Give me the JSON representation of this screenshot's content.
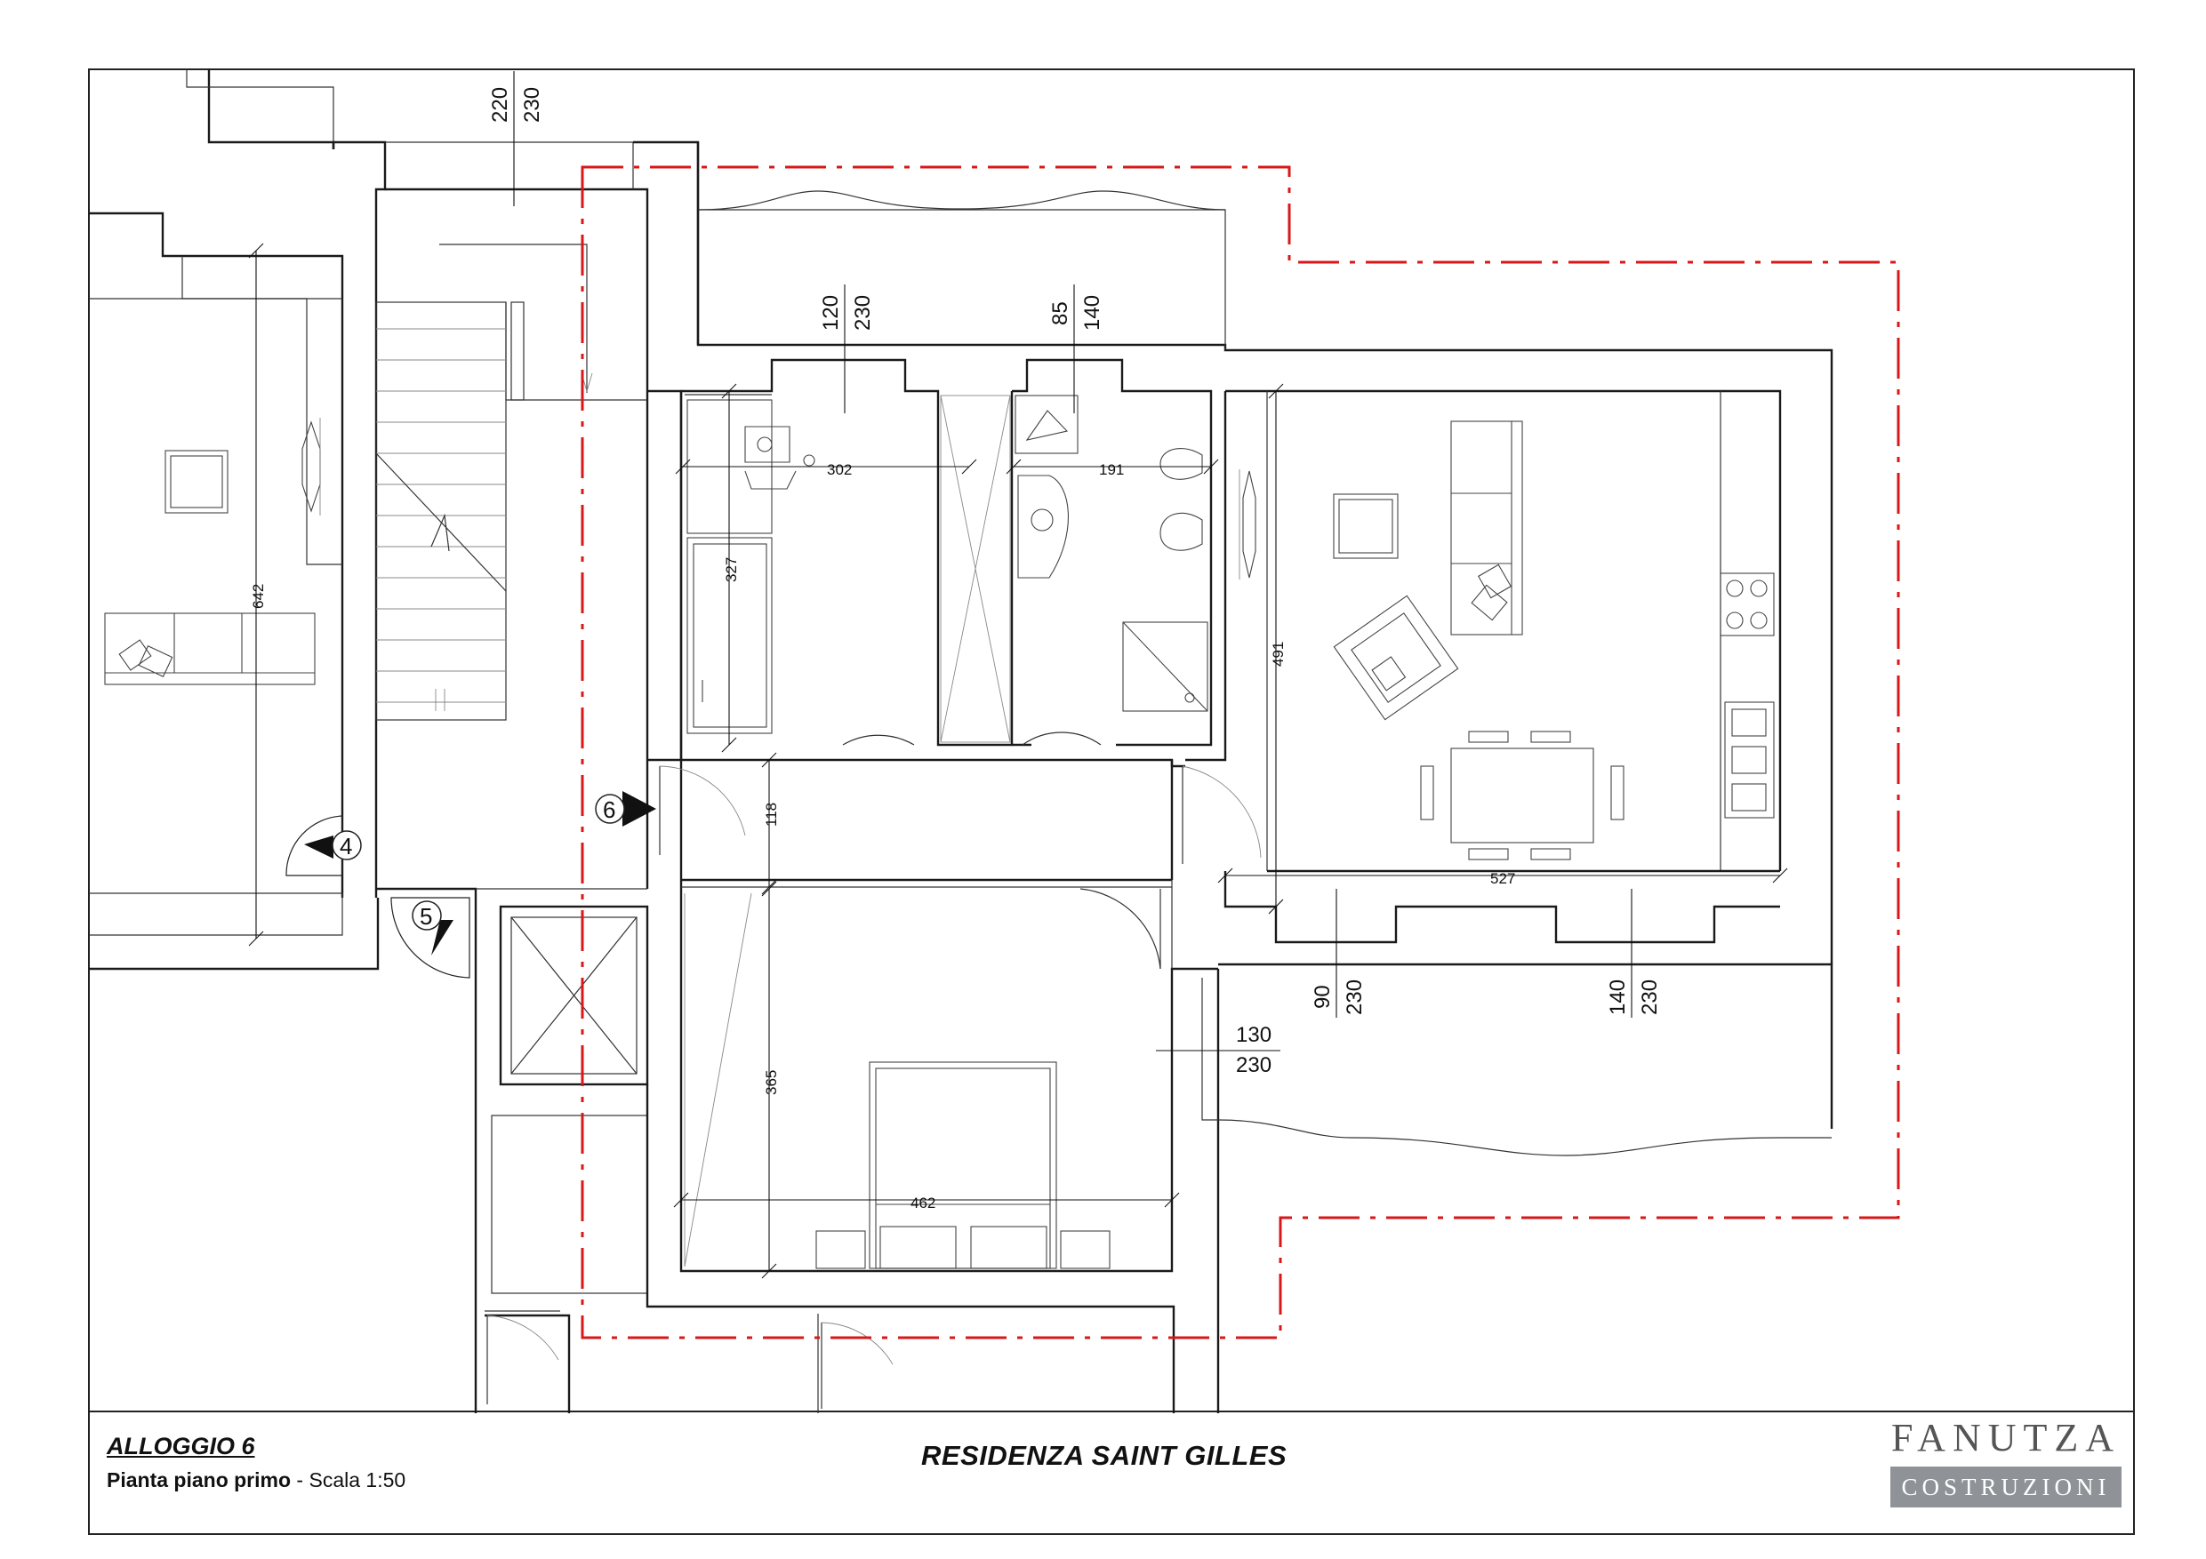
{
  "title_block": {
    "apartment": "ALLOGGIO 6",
    "plan_name": "Pianta piano primo",
    "separator": " - ",
    "scale": "Scala 1:50",
    "project": "RESIDENZA SAINT GILLES",
    "logo_top": "FANUTZA",
    "logo_bottom": "COSTRUZIONI"
  },
  "dimensions": {
    "d642": "642",
    "d302": "302",
    "d327": "327",
    "d191": "191",
    "d491": "491",
    "d118": "118",
    "d527": "527",
    "d365": "365",
    "d462": "462"
  },
  "openings": {
    "o1_top": "220",
    "o1_bot": "230",
    "o2_top": "120",
    "o2_bot": "230",
    "o3_top": "85",
    "o3_bot": "140",
    "o4_top": "90",
    "o4_bot": "230",
    "o5_top": "140",
    "o5_bot": "230",
    "o6_top": "130",
    "o6_bot": "230"
  },
  "markers": {
    "m4": "4",
    "m5": "5",
    "m6": "6"
  },
  "colors": {
    "boundary": "#d81818",
    "logo_band": "#8f9296"
  }
}
